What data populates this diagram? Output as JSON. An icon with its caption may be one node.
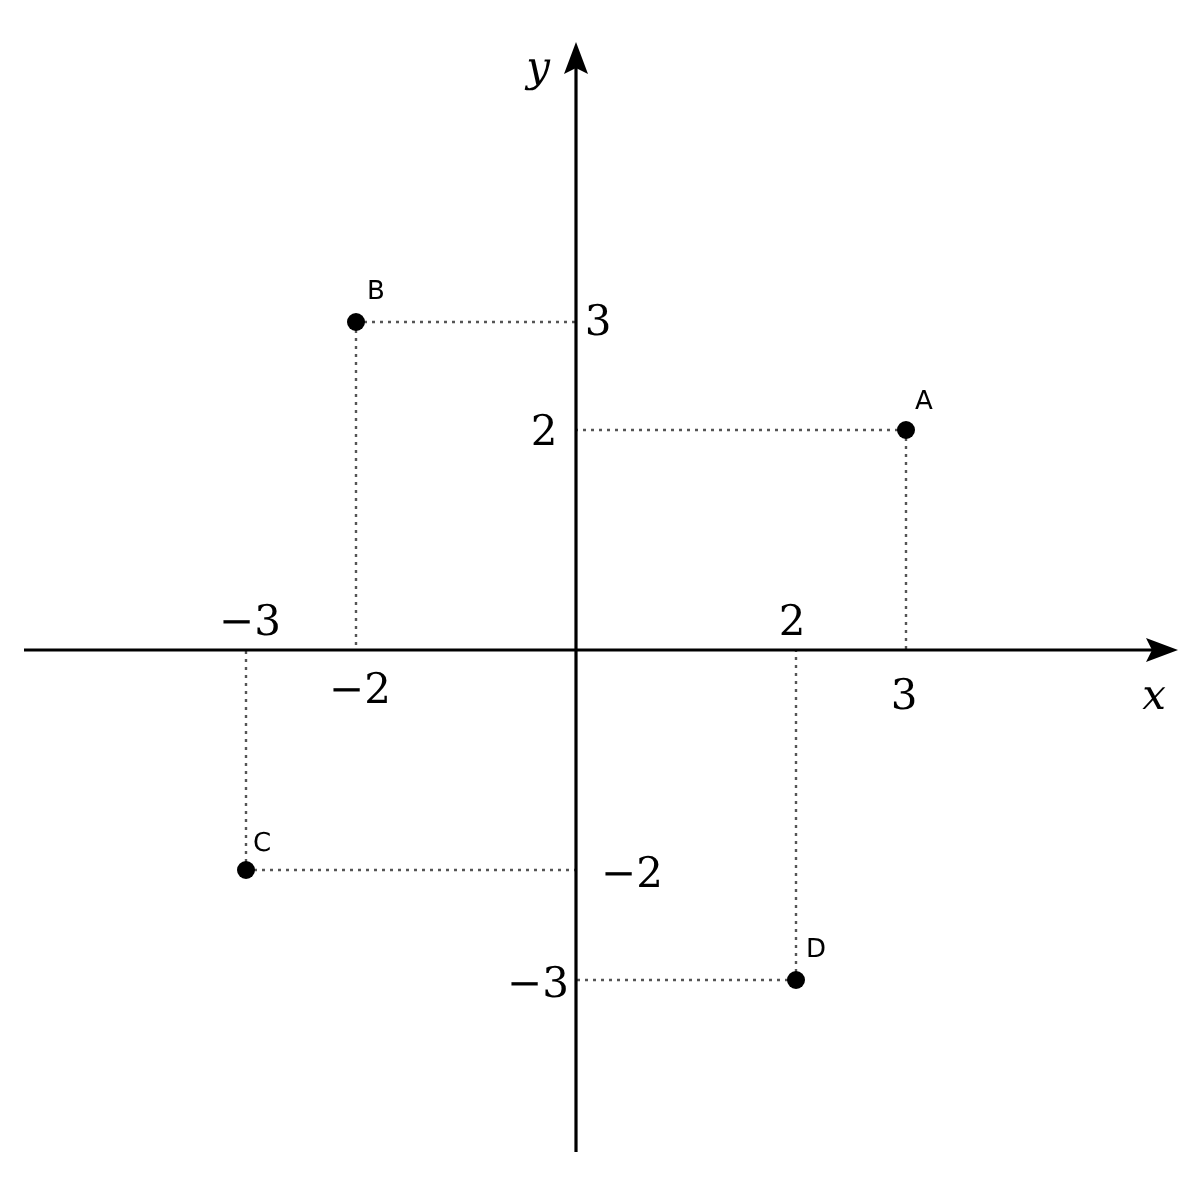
{
  "diagram": {
    "labels": [
      "y",
      "B",
      "3",
      "A",
      "2",
      "−3",
      "2",
      "−2",
      "3",
      "x",
      "C",
      "−2",
      "D",
      "−3"
    ]
  }
}
